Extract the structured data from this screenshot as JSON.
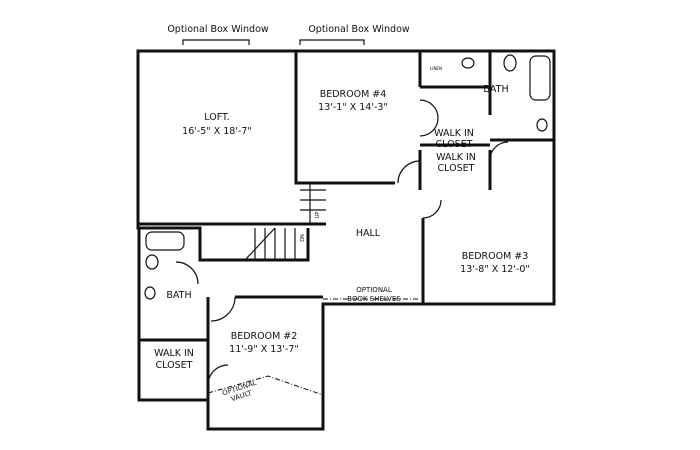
{
  "windows": [
    "Optional Box Window",
    "Optional Box Window"
  ],
  "rooms": {
    "loft": {
      "name": "LOFT.",
      "size": "16'-5\" X 18'-7\""
    },
    "bedroom4": {
      "name": "BEDROOM #4",
      "size": "13'-1\" X 14'-3\""
    },
    "bedroom3": {
      "name": "BEDROOM #3",
      "size": "13'-8\" X 12'-0\""
    },
    "bedroom2": {
      "name": "BEDROOM #2",
      "size": "11'-9\" X 13'-7\""
    },
    "hall": {
      "name": "HALL"
    },
    "bath_upper": {
      "name": "BATH"
    },
    "bath_lower": {
      "name": "BATH"
    },
    "closet_a": {
      "line1": "WALK IN",
      "line2": "CLOSET"
    },
    "closet_b": {
      "line1": "WALK IN",
      "line2": "CLOSET"
    },
    "closet_c": {
      "line1": "WALK IN",
      "line2": "CLOSET"
    }
  },
  "notes": {
    "shelves1": "OPTIONAL",
    "shelves2": "BOOK SHELVES",
    "vault1": "OPTIONAL",
    "vault2": "VAULT",
    "linen": "LINEN",
    "up": "UP",
    "dn": "DN"
  }
}
